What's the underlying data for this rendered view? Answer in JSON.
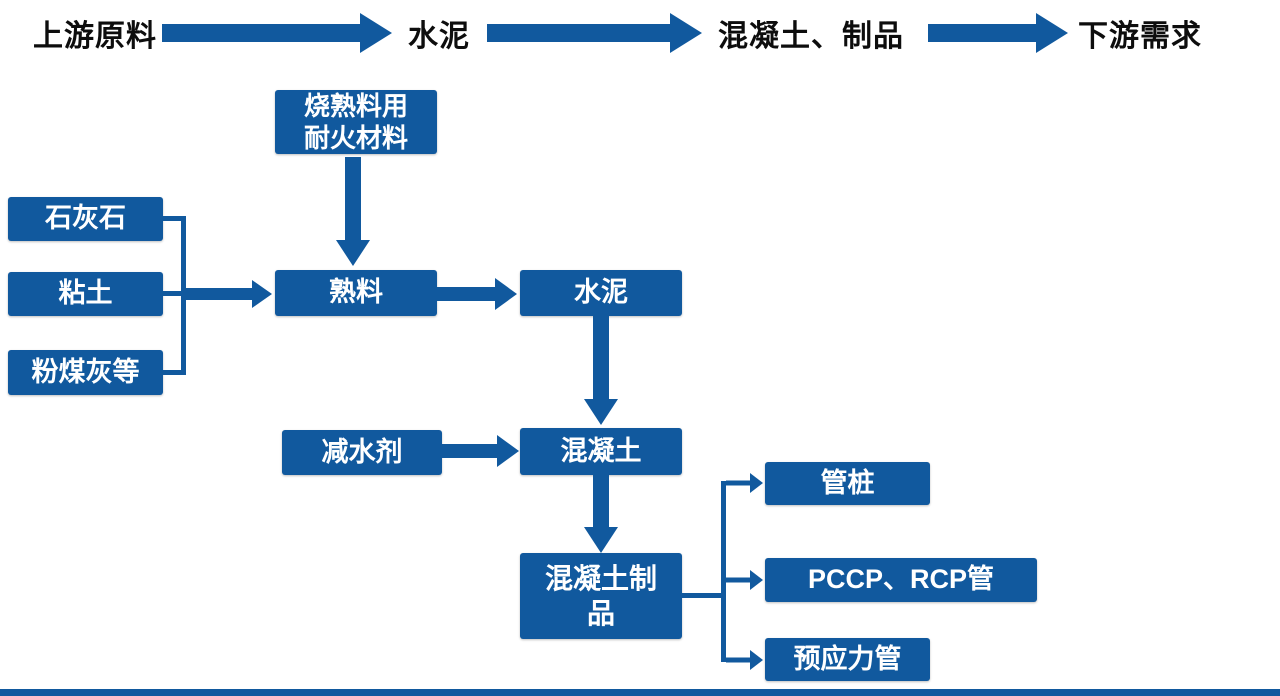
{
  "top_flow": {
    "upstream": "上游原料",
    "cement": "水泥",
    "concrete_products": "混凝土、制品",
    "downstream": "下游需求"
  },
  "boxes": {
    "refractory": "烧熟料用\n耐火材料",
    "limestone": "石灰石",
    "clay": "粘土",
    "fly_ash": "粉煤灰等",
    "clinker": "熟料",
    "cement": "水泥",
    "water_reducer": "减水剂",
    "concrete": "混凝土",
    "concrete_products": "混凝土制\n品",
    "pipe_pile": "管桩",
    "pccp_rcp": "PCCP、RCP管",
    "prestressed_pipe": "预应力管"
  },
  "colors": {
    "primary_blue": "#11599E",
    "top_label_text": "#0D0D0D",
    "box_text": "#FFFFFF",
    "background": "#FFFFFF"
  }
}
